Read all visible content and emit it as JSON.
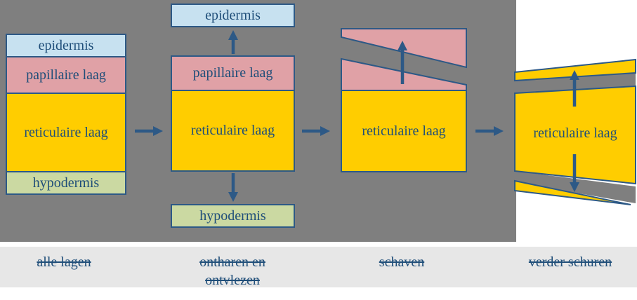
{
  "colors": {
    "background": "#ffffff",
    "panel_gray": "#7f7f7f",
    "caption_strip": "#e7e7e7",
    "epidermis_fill": "#c7e1f0",
    "papillaire_fill": "#e0a1a6",
    "reticulaire_fill": "#ffcd00",
    "hypodermis_fill": "#cbd9a2",
    "outline_navy": "#2d5986",
    "text_navy": "#1f4e79"
  },
  "stages": {
    "stage1": {
      "caption": "alle lagen",
      "layers": {
        "epidermis": "epidermis",
        "papillaire": "papillaire laag",
        "reticulaire": "reticulaire laag",
        "hypodermis": "hypodermis"
      }
    },
    "stage2": {
      "caption_line1": "ontharen en",
      "caption_line2": "ontvlezen",
      "layers": {
        "epidermis": "epidermis",
        "papillaire": "papillaire laag",
        "reticulaire": "reticulaire laag",
        "hypodermis": "hypodermis"
      }
    },
    "stage3": {
      "caption": "schaven",
      "layers": {
        "reticulaire": "reticulaire laag"
      }
    },
    "stage4": {
      "caption": "verder schuren",
      "layers": {
        "reticulaire": "reticulaire laag"
      }
    }
  }
}
